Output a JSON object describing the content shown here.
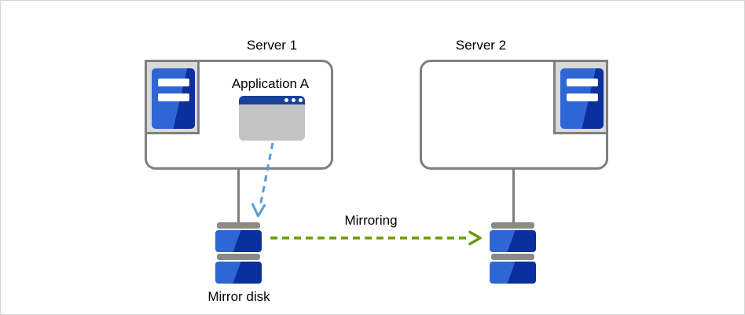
{
  "colors": {
    "outline_gray": "#7f7f7f",
    "frame_fill": "#d9d9d9",
    "cap_gray": "#8a8a8a",
    "window_body": "#c3c3c3",
    "titlebar_blue": "#1a429b",
    "light_blue": "#2e66d6",
    "dark_blue": "#0b2f9c",
    "arrow_blue": "#5b9bd5",
    "arrow_green": "#6a9a08",
    "text_black": "#000000",
    "page_border": "#d4d4d4"
  },
  "nodes": {
    "server1": {
      "label": "Server 1",
      "icon": "server-icon"
    },
    "server2": {
      "label": "Server 2",
      "icon": "server-icon"
    },
    "application": {
      "label": "Application A",
      "icon": "app-window-icon"
    },
    "mirror_disk_left": {
      "label": "Mirror disk",
      "icon": "disk-icon"
    },
    "mirror_disk_right": {
      "icon": "disk-icon"
    }
  },
  "arrows": {
    "mirroring": {
      "label": "Mirroring",
      "style": "dashed",
      "color": "#6a9a08",
      "from": "mirror_disk_left",
      "to": "mirror_disk_right"
    },
    "app_to_disk": {
      "style": "dashed",
      "color": "#5b9bd5",
      "from": "application",
      "to": "mirror_disk_left"
    }
  }
}
